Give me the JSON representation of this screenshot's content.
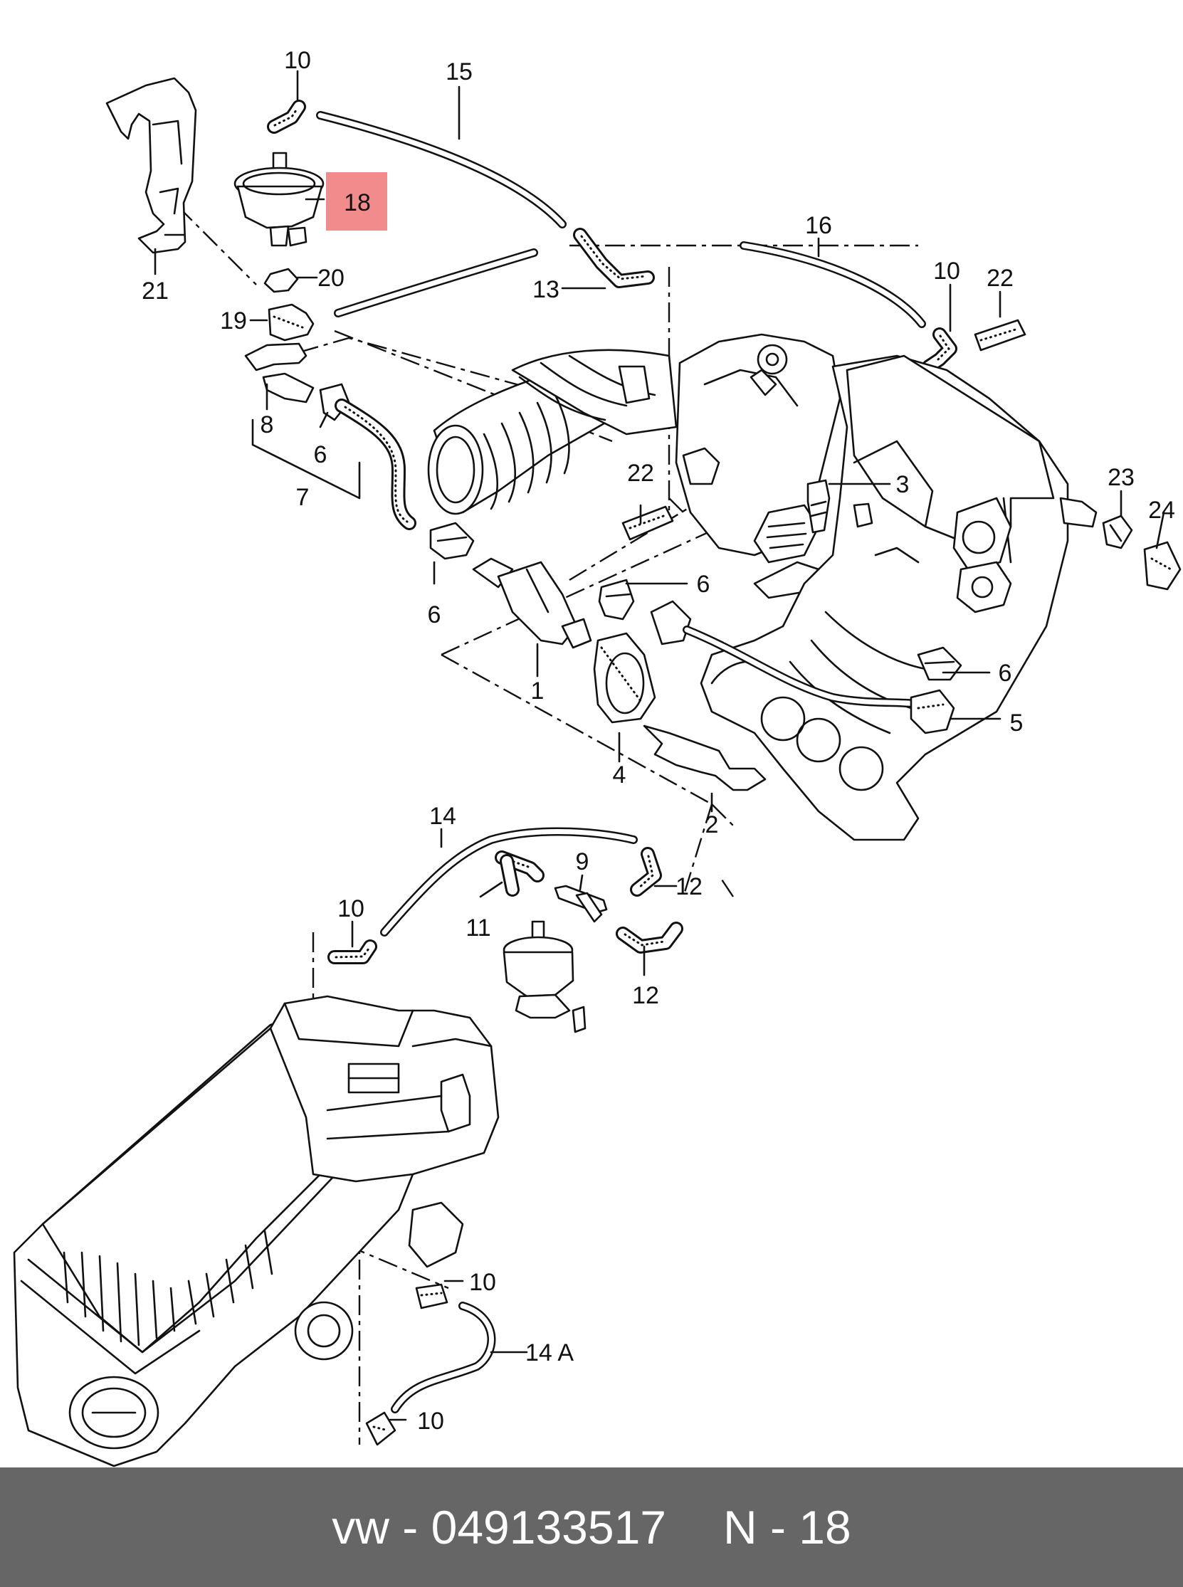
{
  "callouts": {
    "c1": "1",
    "c2": "2",
    "c3": "3",
    "c4": "4",
    "c5": "5",
    "c6a": "6",
    "c6b": "6",
    "c6c": "6",
    "c6d": "6",
    "c7": "7",
    "c8": "8",
    "c9": "9",
    "c10a": "10",
    "c10b": "10",
    "c10c": "10",
    "c10d": "10",
    "c10e": "10",
    "c11": "11",
    "c12a": "12",
    "c12b": "12",
    "c13": "13",
    "c14": "14",
    "c14a": "14 A",
    "c15": "15",
    "c16": "16",
    "c18": "18",
    "c19": "19",
    "c20": "20",
    "c21": "21",
    "c22a": "22",
    "c22b": "22",
    "c23": "23",
    "c24": "24"
  },
  "highlight_color": "#f28b8b",
  "footer": {
    "brand": "vw",
    "separator": "-",
    "part_number": "049133517",
    "position": "N - 18",
    "background": "#666666"
  }
}
